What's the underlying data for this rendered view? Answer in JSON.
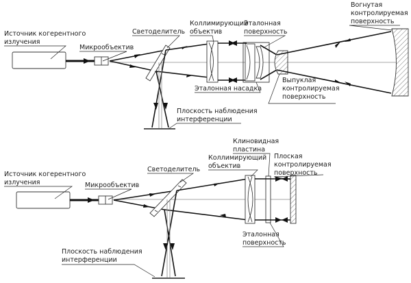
{
  "top_scheme": {
    "source_label": [
      "Источник когерентного",
      "излучения"
    ],
    "micro_objective_label": "Микрообъектив",
    "beam_splitter_label": "Светоделитель",
    "collimating_objective_label": [
      "Коллимирующий",
      "объектив"
    ],
    "reference_surface_label": [
      "Эталонная",
      "поверхность"
    ],
    "reference_attachment_label": "Эталонная насадка",
    "convex_surface_label": [
      "Выпуклая",
      "контролируемая",
      "поверхность"
    ],
    "concave_surface_label": [
      "Вогнутая",
      "контролируемая",
      "поверхность"
    ],
    "observation_plane_label": [
      "Плоскость наблюдения",
      "интерференции"
    ]
  },
  "bottom_scheme": {
    "source_label": [
      "Источник когерентного",
      "излучения"
    ],
    "micro_objective_label": "Микрообъектив",
    "beam_splitter_label": "Светоделитель",
    "collimating_objective_label": [
      "Коллимирующий",
      "объектив"
    ],
    "wedge_plate_label": [
      "Клиновидная",
      "пластина"
    ],
    "flat_surface_label": [
      "Плоская",
      "контролируемая",
      "поверхность"
    ],
    "reference_surface_label": [
      "Эталонная",
      "поверхность"
    ],
    "observation_plane_label": [
      "Плоскость наблюдения",
      "интерференции"
    ]
  }
}
